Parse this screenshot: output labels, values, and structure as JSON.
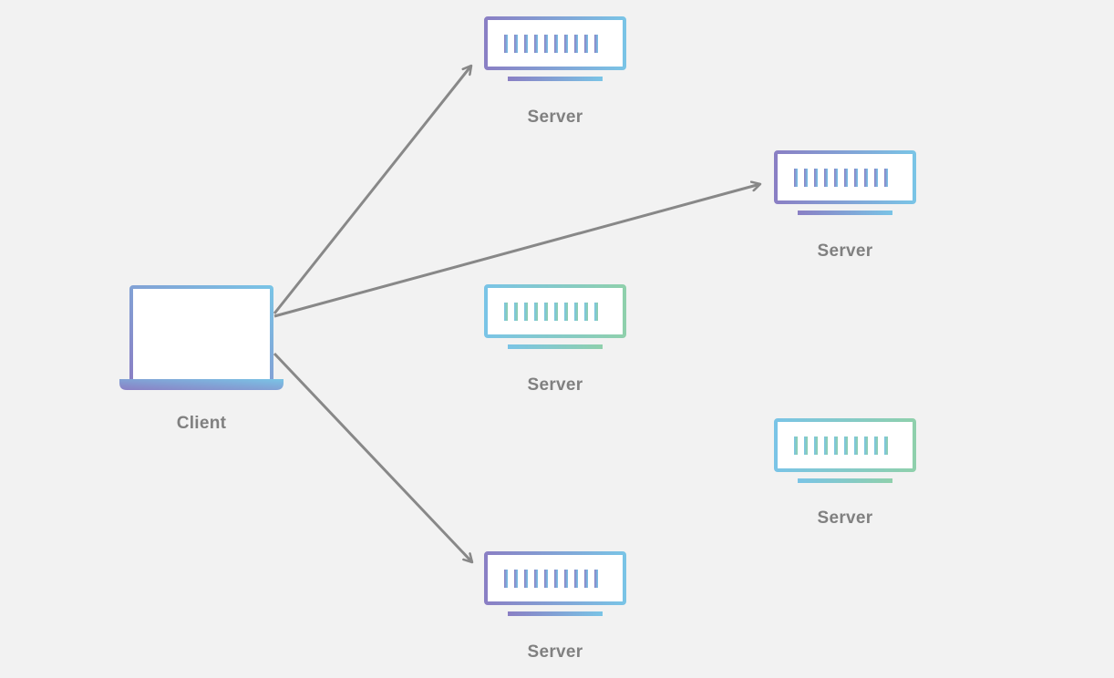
{
  "colors": {
    "background": "#f2f2f2",
    "arrow": "#888888",
    "label": "#808080",
    "gradient_purple_start": "#8a7fc4",
    "gradient_blue_end": "#7ac4e6",
    "gradient_blue_start": "#7ac4e6",
    "gradient_green_end": "#8fd0ac"
  },
  "client": {
    "label": "Client",
    "icon": "laptop-icon"
  },
  "servers": [
    {
      "label": "Server",
      "icon": "server-icon",
      "style": "purple-blue",
      "connected": true
    },
    {
      "label": "Server",
      "icon": "server-icon",
      "style": "purple-blue",
      "connected": true
    },
    {
      "label": "Server",
      "icon": "server-icon",
      "style": "blue-green",
      "connected": false
    },
    {
      "label": "Server",
      "icon": "server-icon",
      "style": "blue-green",
      "connected": false
    },
    {
      "label": "Server",
      "icon": "server-icon",
      "style": "purple-blue",
      "connected": true
    }
  ]
}
